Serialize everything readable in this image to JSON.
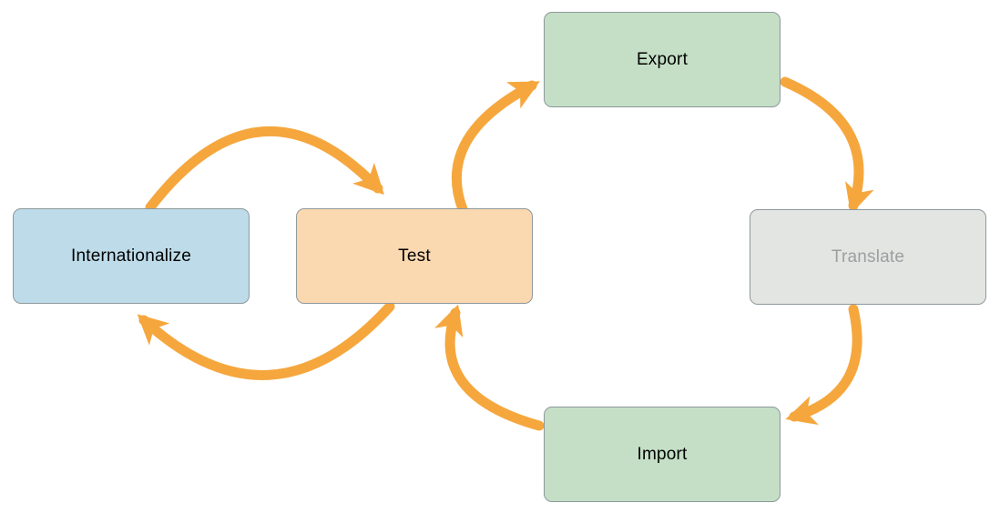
{
  "diagram": {
    "background": "#ffffff",
    "arrow_color": "#f5a73e",
    "border_color": "#8e989c",
    "nodes": {
      "internationalize": {
        "label": "Internationalize",
        "fill": "#bddbe9",
        "text_color": "#000000"
      },
      "test": {
        "label": "Test",
        "fill": "#fad8b0",
        "text_color": "#000000"
      },
      "export": {
        "label": "Export",
        "fill": "#c4dfc5",
        "text_color": "#000000"
      },
      "translate": {
        "label": "Translate",
        "fill": "#e3e5e3",
        "text_color": "#9b9fa0"
      },
      "import": {
        "label": "Import",
        "fill": "#c4dfc5",
        "text_color": "#000000"
      }
    },
    "edges": [
      {
        "from": "Internationalize",
        "to": "Test"
      },
      {
        "from": "Test",
        "to": "Internationalize"
      },
      {
        "from": "Test",
        "to": "Export"
      },
      {
        "from": "Export",
        "to": "Translate"
      },
      {
        "from": "Translate",
        "to": "Import"
      },
      {
        "from": "Import",
        "to": "Test"
      }
    ]
  }
}
